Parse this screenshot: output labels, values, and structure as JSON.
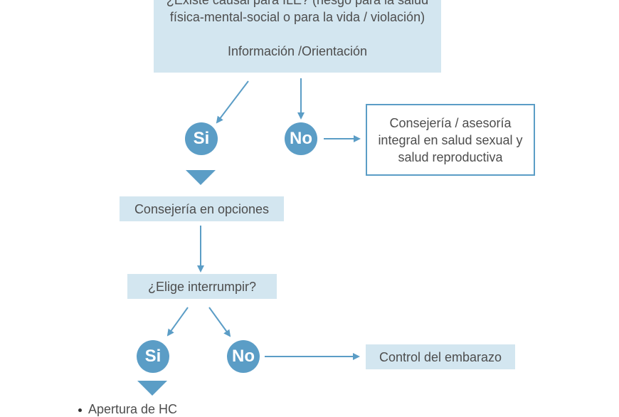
{
  "diagram": {
    "top_box": {
      "line1": "¿Existe causal para ILE? (riesgo para la salud",
      "line2": "física-mental-social o para la vida / violación)",
      "line3": "Información /Orientación"
    },
    "yes1": "Si",
    "no1": "No",
    "counsel_box": {
      "line1": "Consejería / asesoría",
      "line2": "integral en salud sexual y",
      "line3": "salud reproductiva"
    },
    "options_box": "Consejería en opciones",
    "decide_box": "¿Elige interrumpir?",
    "yes2": "Si",
    "no2": "No",
    "control_box": "Control del embarazo",
    "bullet_1": "Apertura de HC"
  },
  "colors": {
    "accent": "#5b9dc6",
    "box_fill": "#d3e6f0",
    "text": "#4d4d4d"
  }
}
